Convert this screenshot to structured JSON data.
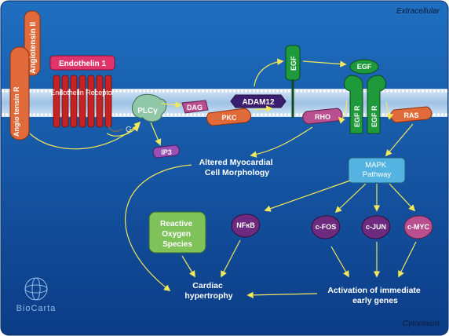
{
  "compartments": {
    "extracellular": "Extracellular",
    "cytoplasm": "Cytoplasm"
  },
  "molecules": {
    "angiotensin_ii": "Angiotensin II",
    "angiotensin_r": "Angio tensin R",
    "endothelin_1": "Endothelin 1",
    "endothelin_receptor": "Endothelin Receptor",
    "g_protein": "G",
    "plc_gamma": "PLCγ",
    "dag": "DAG",
    "pkc": "PKC",
    "adam12": "ADAM12",
    "egf_precursor": "EGF",
    "egf": "EGF",
    "egfr_left": "EGF R",
    "egfr_right": "EGF R",
    "rho": "RHO",
    "ras": "RAS",
    "ip3": "IP3",
    "mapk_pathway": "MAPK Pathway",
    "nfkb": "NFκB",
    "c_fos": "c-FOS",
    "c_jun": "c-JUN",
    "c_myc": "c-MYC",
    "ros": "Reactive Oxygen Species"
  },
  "outcomes": {
    "morphology": "Altered Myocardial Cell Morphology",
    "hypertrophy": "Cardiac hypertrophy",
    "genes": "Activation of immediate early genes"
  },
  "logo": {
    "text": "BioCarta"
  },
  "colors": {
    "background_top": "#1f6fc0",
    "background_bottom": "#0c3c86",
    "membrane": "#b7d3ef",
    "receptor_red": "#c52323",
    "endothelin_pink": "#e0356a",
    "angiotensin_orange": "#e06a3a",
    "egf_green": "#1f9a3a",
    "plc_green": "#8fc7a8",
    "mauve": "#b94f8e",
    "adam_purple": "#3b1f6e",
    "mapk_cyan": "#54b3e0",
    "ros_green": "#7fc25a",
    "arrow_yellow": "#f2e85a"
  }
}
